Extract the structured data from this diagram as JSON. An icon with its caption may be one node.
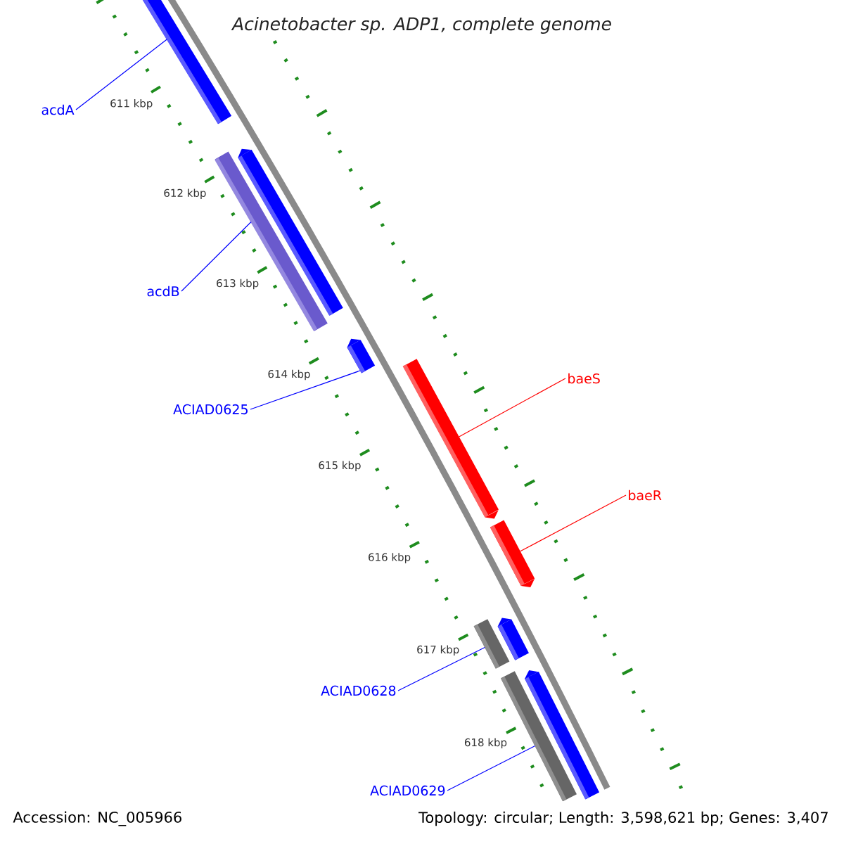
{
  "diagram": {
    "title": "Acinetobacter sp. ADP1, complete genome",
    "nodes": [
      {
        "text": [
          "acdA"
        ]
      },
      {
        "text": [],
        "shape": "bar"
      },
      {
        "text": [],
        "shape": "bar"
      },
      {
        "text": [
          "acdB"
        ]
      },
      {
        "text": [],
        "shape": "bar"
      },
      {
        "text": [
          "ACIAD0625"
        ]
      },
      {
        "text": [],
        "shape": "bar"
      },
      {
        "text": [
          "baeS"
        ]
      },
      {
        "text": [],
        "shape": "bar"
      },
      {
        "text": [
          "baeR"
        ]
      },
      {
        "text": [],
        "shape": "bar"
      },
      {
        "text": [
          "ACIAD0628"
        ]
      },
      {
        "text": [],
        "shape": "bar"
      },
      {
        "text": [],
        "shape": "bar"
      },
      {
        "text": [
          "ACIAD0629"
        ]
      },
      {
        "text": [],
        "shape": "bar"
      },
      {
        "text": [],
        "shape": "bar"
      }
    ],
    "edges": [
      {
        "from": 0,
        "to": 1,
        "arrow": "none"
      },
      {
        "from": 3,
        "to": 4,
        "arrow": "none"
      },
      {
        "from": 5,
        "to": 6,
        "arrow": "none"
      },
      {
        "from": 7,
        "to": 8,
        "arrow": "none",
        "color": "#ff0000"
      },
      {
        "from": 9,
        "to": 10,
        "arrow": "none",
        "color": "#ff0000"
      },
      {
        "from": 11,
        "to": 12,
        "arrow": "none"
      },
      {
        "from": 14,
        "to": 15,
        "arrow": "none"
      }
    ],
    "labels": [
      "611 kbp",
      "612 kbp",
      "613 kbp",
      "614 kbp",
      "615 kbp",
      "616 kbp",
      "617 kbp",
      "618 kbp",
      "Accession: NC_005966",
      "Topology: circular; Length: 3,598,621 bp; Genes: 3,407"
    ]
  }
}
